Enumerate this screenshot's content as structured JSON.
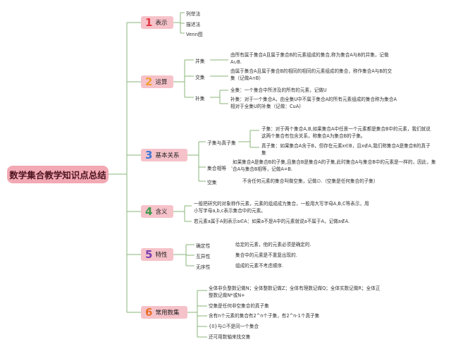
{
  "title": "数学集合教学知识点总结",
  "colors": {
    "line": "#8ab57a",
    "root_bg": "#f3a9b4",
    "cat_bg": "#f6c2c9",
    "num_red": "#e23a45",
    "num_orange": "#f0a030",
    "num_blue": "#3a78d8",
    "num_green": "#3c9a4a",
    "num_purple": "#7a3fb0",
    "num_orange2": "#e8702a"
  },
  "categories": [
    {
      "num": "1",
      "label": "表示",
      "items": [
        "列举法",
        "描述法",
        "Venn图"
      ]
    },
    {
      "num": "2",
      "label": "运算",
      "subs": [
        {
          "label": "并集",
          "text": "由所有属于集合A且属于集合B的元素组成的集合,称为集合A与B的并集，记做A∪B."
        },
        {
          "label": "交集",
          "text": "由属于集合A且属于集合B的相同的相同的元素组成的集合，称作集合A与B的交集（记做A∩B）"
        },
        {
          "label": "补集",
          "text1": "全集：一个集合中所涉及的所有的元素，记做U",
          "text2": "补集：对于一个集合A，由全集U中不属于集合A的所有元素组成的集合称为集合A相对于全集U的补集（记做：CuA)"
        }
      ]
    },
    {
      "num": "3",
      "label": "基本关系",
      "subs": [
        {
          "label": "子集与真子集",
          "text1": "子集：对于两个集合A,B,如果集合A中任意一个元素都是集合B中的元素，我们就说这两个集合有包含关系，称集合A为集合B的子集。",
          "text2": "真子集：如果集合A含于B，但存在元素x∈B，且x∉A,我们称集合A是集合B的真子集"
        },
        {
          "label": "集合相等",
          "text": "如果集合A是集合B的子集,且集合B是集合A的子集,此时集合A与集合B中的元素是一样的，因此，集合A与集合B相等，记做A=B."
        },
        {
          "label": "空集",
          "text": "不含任何元素的集合叫做空集，记做∅.（空集是任何集合的子集）"
        }
      ]
    },
    {
      "num": "4",
      "label": "含义",
      "text1": "一般把研究的对象称作元素，元素的组成成为集合，一般用大写字母A,B,C等表示，用小写字母a,b,c表示集合中的元素。",
      "text2": "若元素a属于A则表示a∈A：如果a不是A中的元素就说a不属于A，记做a∉A."
    },
    {
      "num": "5",
      "label": "特性",
      "subs": [
        {
          "label": "确定性",
          "text": "给定的元素，他的元素必须是确定的."
        },
        {
          "label": "互异性",
          "text": "集合中的元素是不重复出现的."
        },
        {
          "label": "无序性",
          "text": "组成的元素不考虑顺序."
        }
      ]
    },
    {
      "num": "6",
      "label": "常用数集",
      "items": [
        "全体非负整数记做N；全体整数记做Z；全体有理数记做Q；全体实数记做R；全体正整数记做N*或N+",
        "空集是任何非空集合的真子集",
        "含有n个元素的集合有2^n个子集，有2^n-1个真子集",
        "{0}与∅不是同一个集合",
        "还可用数轴来找交集"
      ]
    }
  ]
}
